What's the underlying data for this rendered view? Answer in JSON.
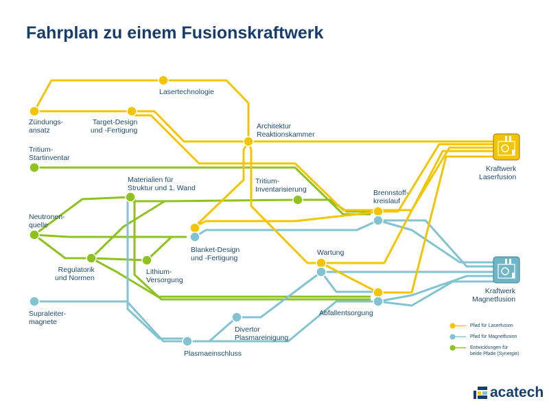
{
  "title": "Fahrplan zu einem Fusionskraftwerk",
  "colors": {
    "laser": "#f5c400",
    "magnet": "#82c3d2",
    "synergy": "#8dc21f",
    "text": "#1c4a6c",
    "title": "#163d6b"
  },
  "nodes": {
    "zuendung": "Zündungs-\nansatz",
    "lasertech": "Lasertechnologie",
    "target": "Target-Design\nund -Fertigung",
    "architektur": "Architektur\nReaktionskammer",
    "tritium_start": "Tritium-\nStartinventar",
    "materialien": "Materialien für\nStruktur und 1. Wand",
    "tritium_inv": "Tritium-\nInventarisierung",
    "brennstoff": "Brennstoff-\nkreislauf",
    "neutronen": "Neutronen-\nquelle",
    "blanket": "Blanket-Design\nund -Fertigung",
    "regulatorik": "Regulatorik\nund Normen",
    "lithium": "Lithium-\nVersorgung",
    "wartung": "Wartung",
    "abfall": "Abfallentsorgung",
    "supraleiter": "Supraleiter-\nmagnete",
    "divertor": "Divertor\nPlasmareinigung",
    "plasma": "Plasmaeinschluss",
    "kw_laser": "Kraftwerk\nLaserfusion",
    "kw_magnet": "Kraftwerk\nMagnetfusion"
  },
  "legend": [
    {
      "label": "Pfad für Laserfusion",
      "color": "#f5c400"
    },
    {
      "label": "Pfad für Magnetfusion",
      "color": "#82c3d2"
    },
    {
      "label": "Entwicklungen für\nbeide Pfade (Synergie)",
      "color": "#8dc21f"
    }
  ],
  "logo": {
    "text": "acatech"
  }
}
